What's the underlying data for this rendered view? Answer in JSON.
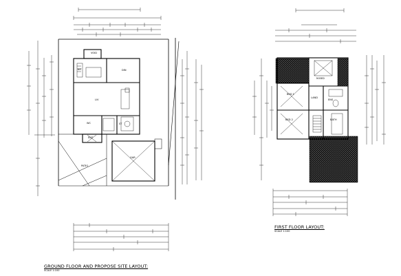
{
  "drawing": {
    "ground_floor": {
      "title": "GROUND FLOOR AND PROPOSE SITE LAYOUT:",
      "scale": "SCALE 1:100",
      "rooms": {
        "kitchen": "KIT",
        "dining": "DIN",
        "living": "LIV",
        "wc": "WC",
        "store": "ST",
        "garage": "GAR",
        "patio": "PATIO",
        "entry": "ENT",
        "void": "VOID"
      }
    },
    "first_floor": {
      "title": "FIRST FLOOR LAYOUT:",
      "scale": "SCALE 1:100",
      "rooms": {
        "master_bed": "M.BED",
        "bed_1": "BED 1",
        "bed_2": "BED 2",
        "bath": "BATH",
        "ensuite": "ENS",
        "landing": "LAND"
      }
    }
  },
  "colors": {
    "ink": "#000000",
    "hatch": "#000000",
    "paper": "#ffffff"
  }
}
